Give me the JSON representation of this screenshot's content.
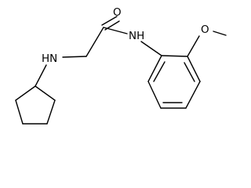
{
  "molecule": {
    "labels": {
      "carbonyl_oxygen": "O",
      "amide_nh": "NH",
      "amine_nh": "HN",
      "methoxy_oxygen": "O"
    },
    "colors": {
      "bond": "#000000",
      "text": "#000000",
      "background": "#ffffff"
    }
  }
}
